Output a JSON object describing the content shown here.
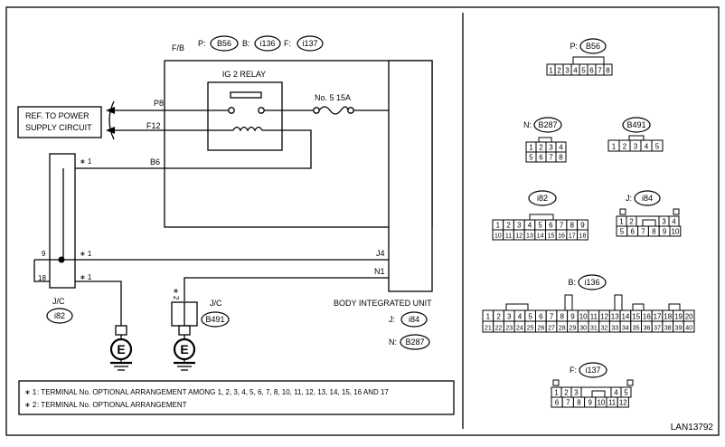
{
  "diagram": {
    "fb_label": "F/B",
    "header_tags": [
      {
        "prefix": "P:",
        "code": "B56"
      },
      {
        "prefix": "B:",
        "code": "i136"
      },
      {
        "prefix": "F:",
        "code": "i137"
      }
    ],
    "relay_label": "IG 2 RELAY",
    "fuse_label": "No. 5  15A",
    "pins": {
      "p8": "P8",
      "f12": "F12",
      "b6": "B6",
      "j4": "J4",
      "n1": "N1",
      "jc_9": "9",
      "jc_18": "18"
    },
    "ref_box": {
      "line1": "REF. TO POWER",
      "line2": "SUPPLY CIRCUIT"
    },
    "star1": "∗ 1",
    "star2": "∗ 2",
    "jc_left": {
      "label": "J/C",
      "code": "i82"
    },
    "jc_right": {
      "label": "J/C",
      "code": "B491"
    },
    "ground_symbol": "E",
    "biu": {
      "label": "BODY INTEGRATED UNIT",
      "tag_j_prefix": "J:",
      "tag_j": "i84",
      "tag_n_prefix": "N:",
      "tag_n": "B287"
    },
    "notes": [
      {
        "mark": "∗ 1",
        "text": ": TERMINAL No. OPTIONAL ARRANGEMENT AMONG 1, 2, 3, 4, 5, 6, 7, 8, 10, 11, 12, 13, 14, 15, 16 AND 17"
      },
      {
        "mark": "∗ 2",
        "text": ": TERMINAL No. OPTIONAL ARRANGEMENT"
      }
    ],
    "figure_code": "LAN13792"
  },
  "connectors": {
    "b56": {
      "prefix": "P:",
      "code": "B56",
      "row": [
        "1",
        "2",
        "3",
        "4",
        "5",
        "6",
        "7",
        "8"
      ]
    },
    "b287": {
      "prefix": "N:",
      "code": "B287",
      "row1": [
        "1",
        "2",
        "3",
        "4"
      ],
      "row2": [
        "5",
        "6",
        "7",
        "8"
      ]
    },
    "b491": {
      "code": "B491",
      "row": [
        "1",
        "2",
        "3",
        "4",
        "5"
      ]
    },
    "i82": {
      "code": "i82",
      "row1": [
        "1",
        "2",
        "3",
        "4",
        "5",
        "6",
        "7",
        "8",
        "9"
      ],
      "row2": [
        "10",
        "11",
        "12",
        "13",
        "14",
        "15",
        "16",
        "17",
        "18"
      ]
    },
    "i84": {
      "prefix": "J:",
      "code": "i84",
      "row1": [
        "1",
        "2",
        "3",
        "4"
      ],
      "row2": [
        "5",
        "6",
        "7",
        "8",
        "9",
        "10"
      ]
    },
    "i136": {
      "prefix": "B:",
      "code": "i136",
      "row1": [
        "1",
        "2",
        "3",
        "4",
        "5",
        "6",
        "7",
        "8",
        "9",
        "10",
        "11",
        "12",
        "13",
        "14",
        "15",
        "16",
        "17",
        "18",
        "19",
        "20"
      ],
      "row2": [
        "21",
        "22",
        "23",
        "24",
        "25",
        "26",
        "27",
        "28",
        "29",
        "30",
        "31",
        "32",
        "33",
        "34",
        "35",
        "36",
        "37",
        "38",
        "39",
        "40"
      ]
    },
    "i137": {
      "prefix": "F:",
      "code": "i137",
      "row1": [
        "1",
        "2",
        "3",
        "4",
        "5"
      ],
      "row2": [
        "6",
        "7",
        "8",
        "9",
        "10",
        "11",
        "12"
      ]
    }
  }
}
